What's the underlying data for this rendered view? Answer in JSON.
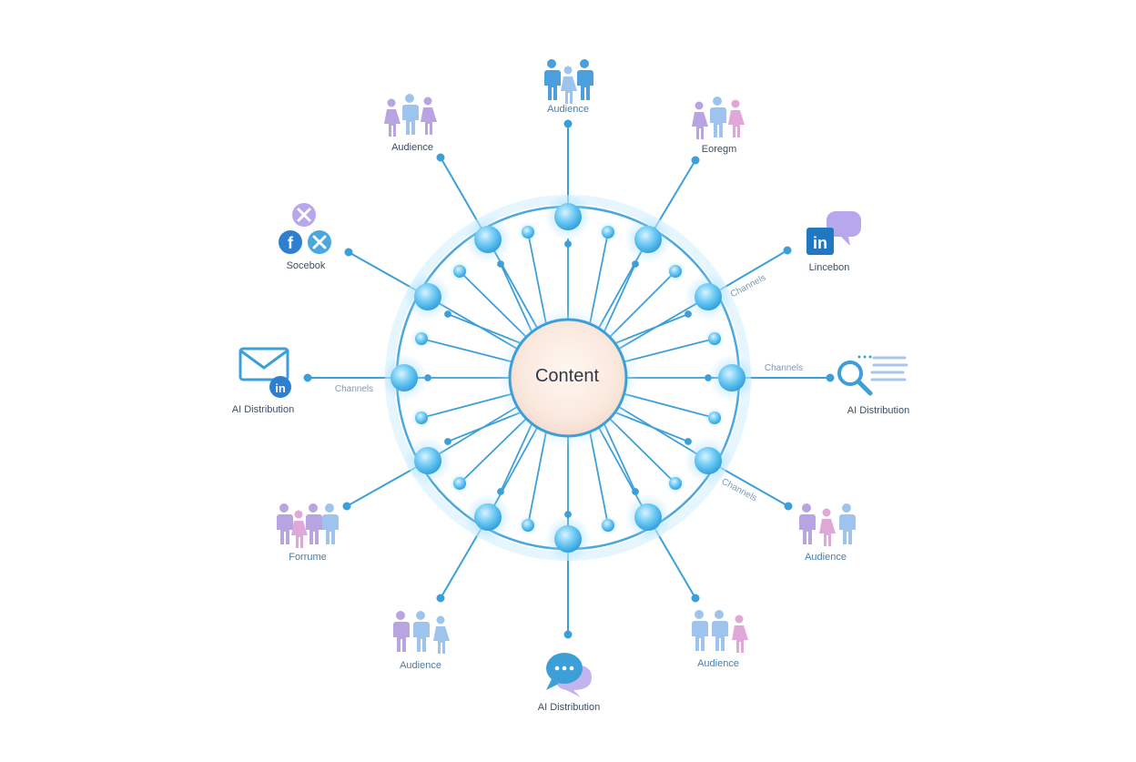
{
  "center": {
    "label": "Content"
  },
  "nodes": {
    "top": {
      "label": "Audience"
    },
    "top_left": {
      "label": "Audience"
    },
    "top_right": {
      "label": "Eoregm"
    },
    "social_left": {
      "label": "Socebok"
    },
    "linkedin_right": {
      "label": "Lincebon"
    },
    "mail_left": {
      "label": "AI Distribution"
    },
    "search_right": {
      "label": "AI Distribution"
    },
    "forum_left": {
      "label": "Forrume"
    },
    "audience_right": {
      "label": "Audience"
    },
    "bottom_left": {
      "label": "Audience"
    },
    "bottom": {
      "label": "AI Distribution"
    },
    "bottom_right": {
      "label": "Audience"
    }
  },
  "connector_labels": {
    "left": "Channels",
    "right": "Channels",
    "upper_right": "Channels",
    "lower_right": "Channels"
  },
  "icons": {
    "people": "people-group-icon",
    "facebook": "facebook-icon",
    "x": "x-icon",
    "linkedin": "linkedin-icon",
    "mail": "mail-icon",
    "search": "search-icon",
    "chat": "chat-bubble-icon",
    "speech": "speech-bubble-icon"
  },
  "colors": {
    "line": "#3d9fd8",
    "orb": "#5bc1f0",
    "ring": "#4aa8de",
    "center_fill": "#fbeee6",
    "people_blue": "#4a9fdc",
    "people_purple": "#b8a4e0",
    "people_lightblue": "#9ec4ee",
    "people_pink": "#e0a8d8",
    "linkedin": "#1f78c1",
    "bubble_purple": "#b7a7ec"
  }
}
